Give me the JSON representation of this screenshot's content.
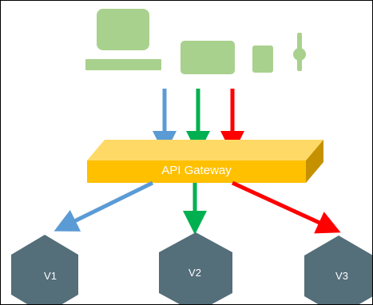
{
  "gateway": {
    "label": "API Gateway",
    "color": "#ffc000"
  },
  "versions": [
    {
      "label": "V1"
    },
    {
      "label": "V2"
    },
    {
      "label": "V3"
    }
  ],
  "colors": {
    "device": "#a9d18e",
    "arrow_blue": "#5b9bd5",
    "arrow_green": "#00b050",
    "arrow_red": "#ff0000",
    "hexagon": "#546e7a"
  },
  "clients": [
    "desktop-icon",
    "tablet-icon",
    "phone-icon",
    "smartwatch-icon"
  ]
}
